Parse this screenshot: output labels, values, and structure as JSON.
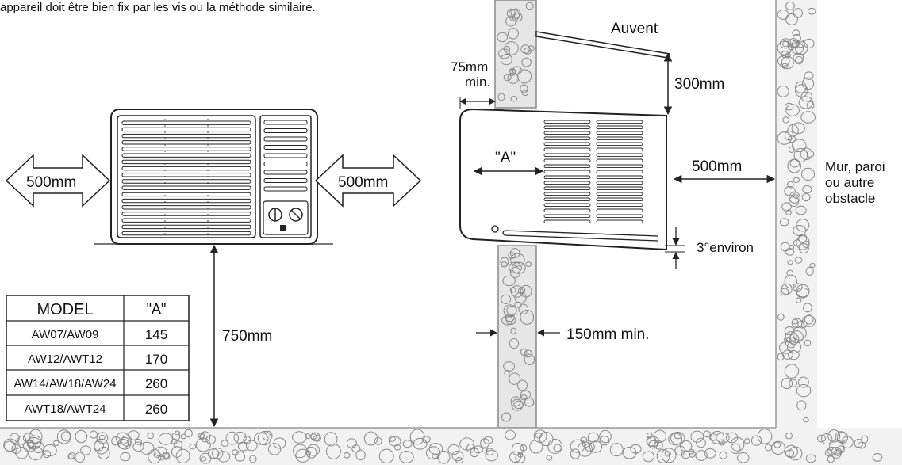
{
  "caption": "appareil doit être bien fix par les vis ou la méthode similaire.",
  "labels": {
    "auvent": "Auvent",
    "min75_line1": "75mm",
    "min75_line2": "min.",
    "h300": "300mm",
    "left_500": "500mm",
    "right_500": "500mm",
    "side_500": "500mm",
    "a_label": "\"A\"",
    "wall_line1": "Mur, paroi",
    "wall_line2": "ou autre",
    "wall_line3": "obstacle",
    "tilt": "3°environ",
    "h750": "750mm",
    "w150": "150mm min."
  },
  "table": {
    "headers": [
      "MODEL",
      "\"A\""
    ],
    "rows": [
      [
        "AW07/AW09",
        "145"
      ],
      [
        "AW12/AWT12",
        "170"
      ],
      [
        "AW14/AW18/AW24",
        "260"
      ],
      [
        "AWT18/AWT24",
        "260"
      ]
    ]
  },
  "colors": {
    "line": "#222222",
    "wall_fill": "#d9d9d9",
    "wall_stroke": "#888888",
    "pebble": "#9a9a9a"
  }
}
